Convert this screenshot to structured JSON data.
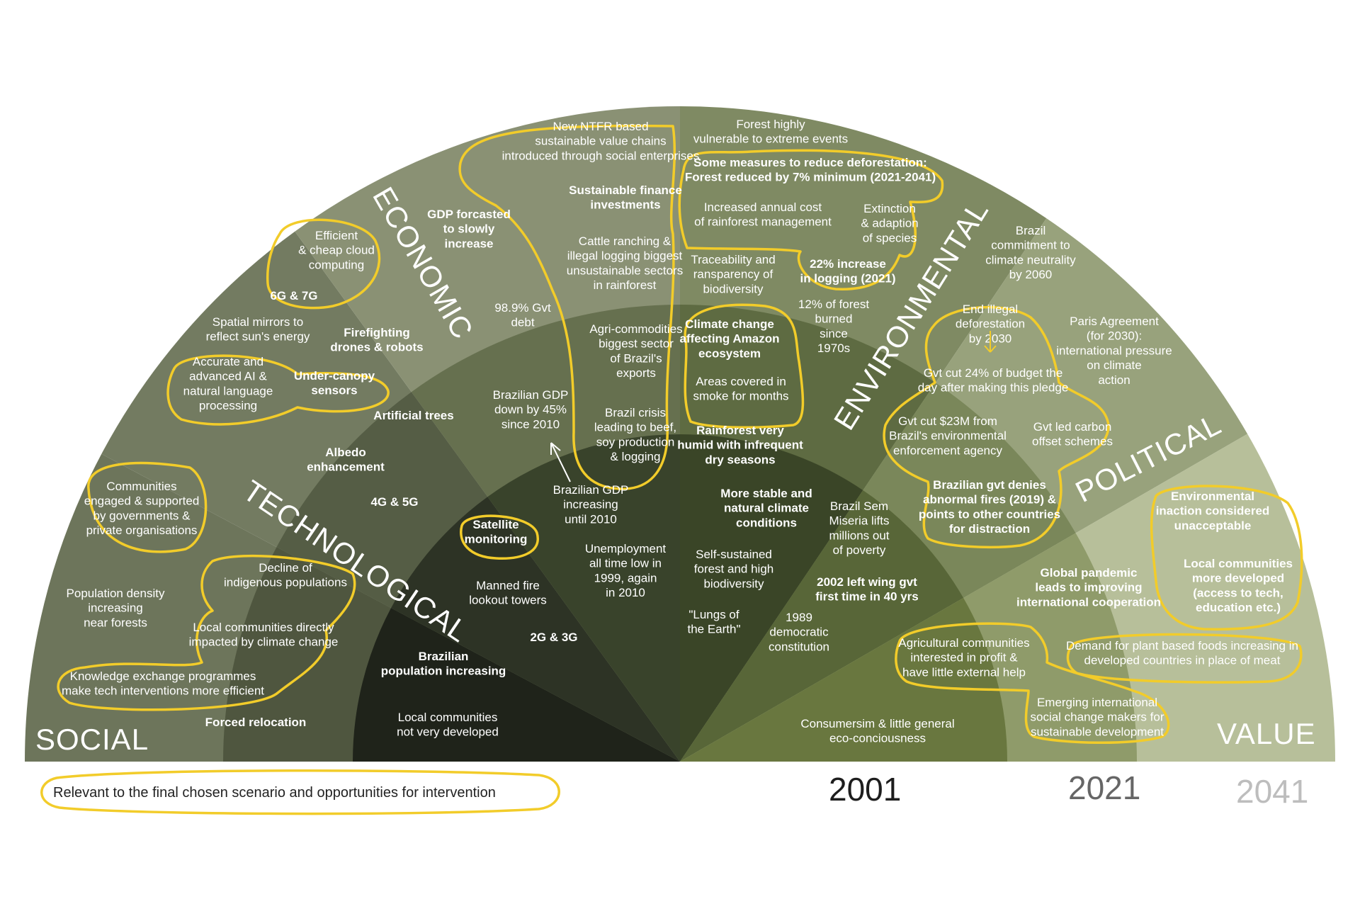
{
  "categories": {
    "social": "SOCIAL",
    "technological": "TECHNOLOGICAL",
    "economic": "ECONOMIC",
    "environmental": "ENVIRONMENTAL",
    "political": "POLITICAL",
    "value": "VALUE"
  },
  "years": {
    "y2001": "2001",
    "y2021": "2021",
    "y2041": "2041"
  },
  "legend": {
    "text": "Relevant to the final chosen scenario and opportunities for intervention"
  },
  "labels": [
    {
      "id": "social-communities-engaged",
      "lines": [
        "Communities",
        "engaged & supported",
        "by governments &",
        "private organisations"
      ],
      "bold": false,
      "highlight": true
    },
    {
      "id": "social-population-density",
      "lines": [
        "Population density",
        "increasing",
        "near forests"
      ],
      "bold": false,
      "highlight": false
    },
    {
      "id": "social-decline-indigenous",
      "lines": [
        "Decline of",
        "indigenous populations"
      ],
      "bold": false,
      "highlight": true
    },
    {
      "id": "social-local-communities-impacted",
      "lines": [
        "Local communities directly",
        "impacted by climate change"
      ],
      "bold": false,
      "highlight": true
    },
    {
      "id": "social-knowledge-exchange",
      "lines": [
        "Knowledge exchange programmes",
        "make tech interventions more efficient"
      ],
      "bold": false,
      "highlight": true
    },
    {
      "id": "social-forced-relocation",
      "lines": [
        "Forced relocation"
      ],
      "bold": true,
      "highlight": false
    },
    {
      "id": "social-population-increasing",
      "lines": [
        "Brazilian",
        "population increasing"
      ],
      "bold": true,
      "highlight": false
    },
    {
      "id": "social-local-not-developed",
      "lines": [
        "Local communities",
        "not very developed"
      ],
      "bold": false,
      "highlight": false
    },
    {
      "id": "tech-cloud-computing",
      "lines": [
        "Efficient",
        "& cheap cloud",
        "computing"
      ],
      "bold": false,
      "highlight": true
    },
    {
      "id": "tech-6g-7g",
      "lines": [
        "6G & 7G"
      ],
      "bold": true,
      "highlight": true
    },
    {
      "id": "tech-spatial-mirrors",
      "lines": [
        "Spatial mirrors to",
        "reflect sun's energy"
      ],
      "bold": false,
      "highlight": false
    },
    {
      "id": "tech-firefighting-drones",
      "lines": [
        "Firefighting",
        "drones & robots"
      ],
      "bold": true,
      "highlight": false
    },
    {
      "id": "tech-ai-nlp",
      "lines": [
        "Accurate and",
        "advanced AI &",
        "natural language",
        "processing"
      ],
      "bold": false,
      "highlight": true
    },
    {
      "id": "tech-under-canopy",
      "lines": [
        "Under-canopy",
        "sensors"
      ],
      "bold": true,
      "highlight": true
    },
    {
      "id": "tech-artificial-trees",
      "lines": [
        "Artificial trees"
      ],
      "bold": true,
      "highlight": false
    },
    {
      "id": "tech-albedo",
      "lines": [
        "Albedo",
        "enhancement"
      ],
      "bold": true,
      "highlight": false
    },
    {
      "id": "tech-4g-5g",
      "lines": [
        "4G & 5G"
      ],
      "bold": true,
      "highlight": false
    },
    {
      "id": "tech-satellite",
      "lines": [
        "Satellite",
        "monitoring"
      ],
      "bold": true,
      "highlight": true
    },
    {
      "id": "tech-fire-towers",
      "lines": [
        "Manned fire",
        "lookout towers"
      ],
      "bold": false,
      "highlight": false
    },
    {
      "id": "tech-2g-3g",
      "lines": [
        "2G & 3G"
      ],
      "bold": true,
      "highlight": false
    },
    {
      "id": "econ-ntfr",
      "lines": [
        "New NTFR based",
        "sustainable value chains",
        "introduced through social enterprises"
      ],
      "bold": false,
      "highlight": true
    },
    {
      "id": "econ-sustainable-finance",
      "lines": [
        "Sustainable finance",
        "investments"
      ],
      "bold": true,
      "highlight": true
    },
    {
      "id": "econ-gdp-forecast",
      "lines": [
        "GDP forcasted",
        "to slowly",
        "increase"
      ],
      "bold": true,
      "highlight": false
    },
    {
      "id": "econ-cattle-ranching",
      "lines": [
        "Cattle ranching &",
        "illegal logging biggest",
        "unsustainable sectors",
        "in rainforest"
      ],
      "bold": false,
      "highlight": true
    },
    {
      "id": "econ-gvt-debt",
      "lines": [
        "98.9% Gvt",
        "debt"
      ],
      "bold": false,
      "highlight": false
    },
    {
      "id": "econ-agri-commodities",
      "lines": [
        "Agri-commodities",
        "biggest sector",
        "of Brazil's",
        "exports"
      ],
      "bold": false,
      "highlight": true
    },
    {
      "id": "econ-gdp-down",
      "lines": [
        "Brazilian GDP",
        "down by 45%",
        "since 2010"
      ],
      "bold": false,
      "highlight": false
    },
    {
      "id": "econ-brazil-crisis",
      "lines": [
        "Brazil crisis",
        "leading to beef,",
        "soy production",
        "& logging"
      ],
      "bold": false,
      "highlight": true
    },
    {
      "id": "econ-gdp-increasing",
      "lines": [
        "Brazilian GDP",
        "increasing",
        "until 2010"
      ],
      "bold": false,
      "highlight": false
    },
    {
      "id": "econ-unemployment",
      "lines": [
        "Unemployment",
        "all time low in",
        "1999, again",
        "in 2010"
      ],
      "bold": false,
      "highlight": false
    },
    {
      "id": "env-forest-vulnerable",
      "lines": [
        "Forest highly",
        "vulnerable to extreme events"
      ],
      "bold": false,
      "highlight": false
    },
    {
      "id": "env-measures-deforestation",
      "lines": [
        "Some measures to reduce deforestation:",
        "Forest reduced by 7% minimum (2021-2041)"
      ],
      "bold": true,
      "highlight": true
    },
    {
      "id": "env-annual-cost",
      "lines": [
        "Increased annual cost",
        "of rainforest management"
      ],
      "bold": false,
      "highlight": true
    },
    {
      "id": "env-extinction",
      "lines": [
        "Extinction",
        "& adaption",
        "of species"
      ],
      "bold": false,
      "highlight": true
    },
    {
      "id": "env-traceability",
      "lines": [
        "Traceability and",
        "ransparency of",
        "biodiversity"
      ],
      "bold": false,
      "highlight": false
    },
    {
      "id": "env-logging-increase",
      "lines": [
        "22% increase",
        "in logging (2021)"
      ],
      "bold": true,
      "highlight": true
    },
    {
      "id": "env-forest-burned",
      "lines": [
        "12% of forest",
        "burned",
        "since",
        "1970s"
      ],
      "bold": false,
      "highlight": false
    },
    {
      "id": "env-climate-change",
      "lines": [
        "Climate change",
        "affecting Amazon",
        "ecosystem"
      ],
      "bold": true,
      "highlight": true
    },
    {
      "id": "env-smoke",
      "lines": [
        "Areas covered in",
        "smoke for months"
      ],
      "bold": false,
      "highlight": true
    },
    {
      "id": "env-humid",
      "lines": [
        "Rainforest very",
        "humid with infrequent",
        "dry seasons"
      ],
      "bold": true,
      "highlight": false
    },
    {
      "id": "env-stable-climate",
      "lines": [
        "More stable and",
        "natural climate",
        "conditions"
      ],
      "bold": true,
      "highlight": false
    },
    {
      "id": "env-self-sustained",
      "lines": [
        "Self-sustained",
        "forest and high",
        "biodiversity"
      ],
      "bold": false,
      "highlight": false
    },
    {
      "id": "env-lungs",
      "lines": [
        "\"Lungs of",
        "the Earth\""
      ],
      "bold": false,
      "highlight": false
    },
    {
      "id": "pol-climate-neutrality",
      "lines": [
        "Brazil",
        "commitment to",
        "climate neutrality",
        "by 2060"
      ],
      "bold": false,
      "highlight": false
    },
    {
      "id": "pol-end-illegal",
      "lines": [
        "End illegal",
        "deforestation",
        "by 2030"
      ],
      "bold": false,
      "highlight": true
    },
    {
      "id": "pol-paris",
      "lines": [
        "Paris Agreement",
        "(for 2030):",
        "international pressure",
        "on climate",
        "action"
      ],
      "bold": false,
      "highlight": false
    },
    {
      "id": "pol-budget-cut",
      "lines": [
        "Gvt cut 24% of budget the",
        "day after making this pledge"
      ],
      "bold": false,
      "highlight": true
    },
    {
      "id": "pol-23m-cut",
      "lines": [
        "Gvt cut $23M from",
        "Brazil's environmental",
        "enforcement agency"
      ],
      "bold": false,
      "highlight": true
    },
    {
      "id": "pol-carbon-offset",
      "lines": [
        "Gvt led carbon",
        "offset schemes"
      ],
      "bold": false,
      "highlight": true
    },
    {
      "id": "pol-denies-fires",
      "lines": [
        "Brazilian gvt denies",
        "abnormal fires (2019) &",
        "points to other countries",
        "for distraction"
      ],
      "bold": true,
      "highlight": true
    },
    {
      "id": "pol-sem-miseria",
      "lines": [
        "Brazil Sem",
        "Miseria lifts",
        "millions out",
        "of poverty"
      ],
      "bold": false,
      "highlight": false
    },
    {
      "id": "pol-left-wing",
      "lines": [
        "2002 left wing gvt",
        "first time in 40 yrs"
      ],
      "bold": true,
      "highlight": false
    },
    {
      "id": "pol-constitution",
      "lines": [
        "1989",
        "democratic",
        "constitution"
      ],
      "bold": false,
      "highlight": false
    },
    {
      "id": "val-global-pandemic",
      "lines": [
        "Global pandemic",
        "leads to improving",
        "international cooperation"
      ],
      "bold": true,
      "highlight": false
    },
    {
      "id": "val-agri-communities",
      "lines": [
        "Agricultural communities",
        "interested in profit &",
        "have little external help"
      ],
      "bold": false,
      "highlight": true
    },
    {
      "id": "val-plant-based",
      "lines": [
        "Demand for plant based foods increasing in",
        "developed countries in place of meat"
      ],
      "bold": false,
      "highlight": true
    },
    {
      "id": "val-change-makers",
      "lines": [
        "Emerging international",
        "social change makers for",
        "sustainable development"
      ],
      "bold": false,
      "highlight": true
    },
    {
      "id": "val-consumerism",
      "lines": [
        "Consumersim & little general",
        "eco-conciousness"
      ],
      "bold": false,
      "highlight": false
    },
    {
      "id": "val-inaction",
      "lines": [
        "Environmental",
        "inaction considered",
        "unacceptable"
      ],
      "bold": true,
      "highlight": true
    },
    {
      "id": "val-local-developed",
      "lines": [
        "Local communities",
        "more developed",
        "(access to tech,",
        "education etc.)"
      ],
      "bold": true,
      "highlight": true
    }
  ]
}
